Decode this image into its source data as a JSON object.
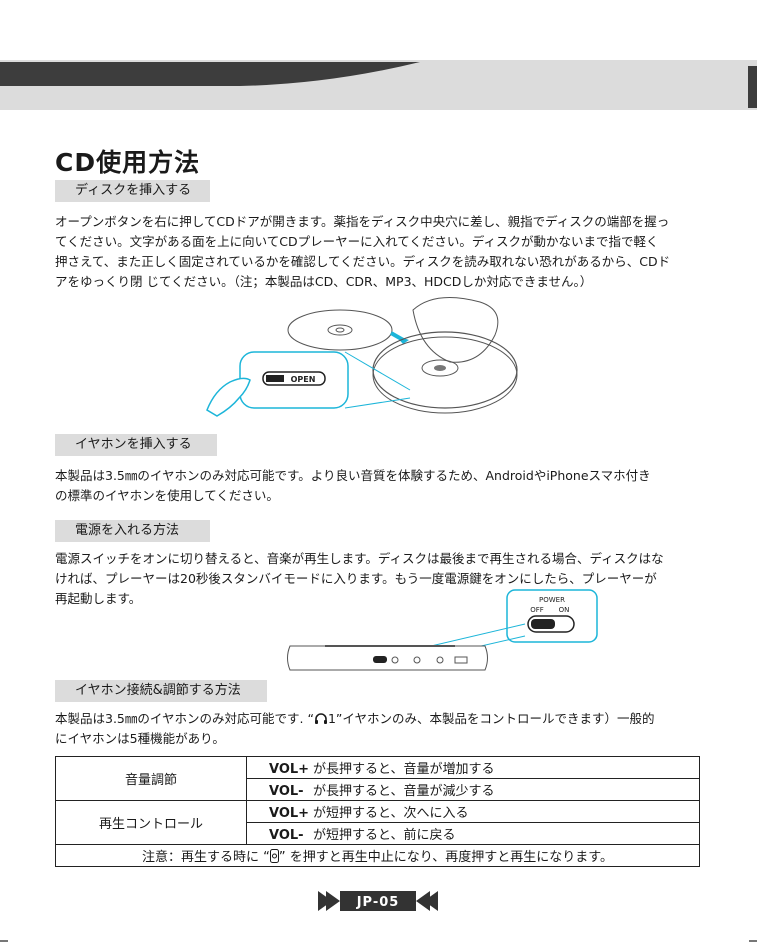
{
  "page": {
    "title": "CD使用方法",
    "page_number": "JP-05"
  },
  "sections": [
    {
      "label": "ディスクを挿入する",
      "lines": [
        "オープンボタンを右に押してCDドアが開きます。薬指をディスク中央穴に差し、親指でディスクの端部を握っ",
        "てください。文字がある面を上に向いてCDプレーヤーに入れてください。ディスクが動かないまで指で軽く",
        "押さえて、また正しく固定されているかを確認してください。ディスクを読み取れない恐れがあるから、CDド",
        "アをゆっくり閉 じてください。（注；本製品はCD、CDR、MP3、HDCDしか対応できません。）"
      ]
    },
    {
      "label": "イヤホンを挿入する",
      "lines": [
        "本製品は3.5㎜のイヤホンのみ対応可能です。より良い音質を体験するため、AndroidやiPhoneスマホ付き",
        "の標準のイヤホンを使用してください。"
      ]
    },
    {
      "label": "電源を入れる方法",
      "lines": [
        "電源スイッチをオンに切り替えると、音楽が再生します。ディスクは最後まで再生される場合、ディスクはな",
        "ければ、プレーヤーは20秒後スタンバイモードに入ります。もう一度電源鍵をオンにしたら、プレーヤーが",
        "再起動します。"
      ]
    },
    {
      "label": "イヤホン接続&調節する方法",
      "line1_before": "本製品は3.5㎜のイヤホンのみ対応可能です. “",
      "line1_icon_text": "1",
      "line1_after": "”イヤホンのみ、本製品をコントロールできます）一般的",
      "line2": "にイヤホンは5種機能があり。"
    }
  ],
  "figures": {
    "open_button_label": "OPEN",
    "power_label": "POWER",
    "off_label": "OFF",
    "on_label": "ON"
  },
  "table": {
    "rows": [
      {
        "category": "音量調節",
        "key": "VOL+",
        "text": "が長押すると、音量が増加する"
      },
      {
        "key": "VOL-",
        "text": "が長押すると、音量が減少する"
      },
      {
        "category": "再生コントロール",
        "key": "VOL+",
        "text": "が短押すると、次へに入る"
      },
      {
        "key": "VOL-",
        "text": "が短押すると、前に戻る"
      }
    ],
    "note_before": "注意：再生する時に “",
    "note_after": "” を押すと再生中止になり、再度押すと再生になります。"
  },
  "colors": {
    "header_dark": "#3d3d3d",
    "header_light": "#dcdcdc",
    "label_bg": "#dcdcdc",
    "accent_cyan": "#1cb5d9"
  }
}
